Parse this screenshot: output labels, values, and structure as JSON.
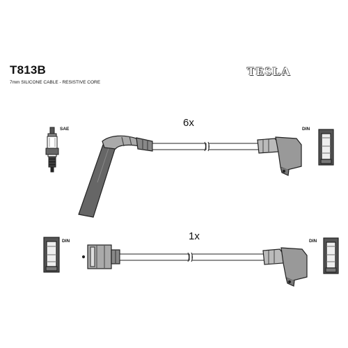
{
  "header": {
    "part_number": "T813B",
    "subtitle": "7mm SILICONE CABLE - RESISTIVE CORE",
    "brand": "TESLA"
  },
  "cables": [
    {
      "quantity_label": "6x",
      "end_a_label": "SAE",
      "end_b_label": "DIN"
    },
    {
      "quantity_label": "1x",
      "end_a_label": "DIN",
      "end_b_label": "DIN"
    }
  ]
}
